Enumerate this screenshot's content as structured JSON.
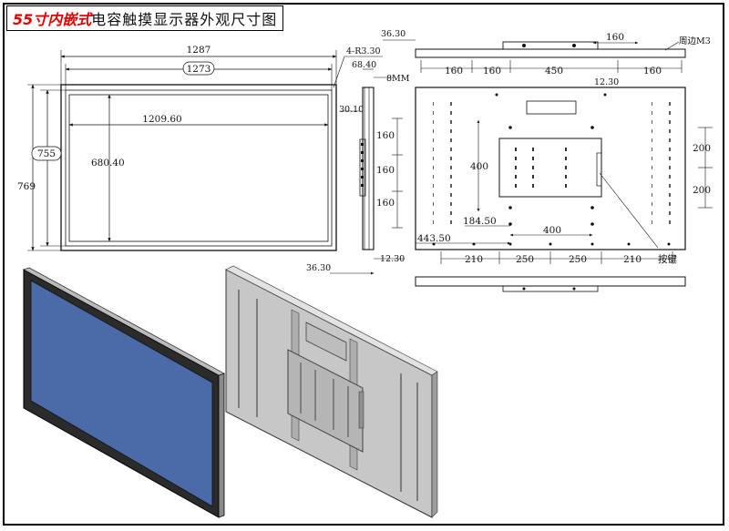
{
  "title": {
    "red_part": "55寸内嵌式",
    "black_part": "电容触摸显示器外观尺寸图"
  },
  "front_view": {
    "overall_width": "1287",
    "inner_width": "1273",
    "active_width": "1209.60",
    "active_height": "680.40",
    "inner_height": "755",
    "overall_height": "769",
    "corner_radius": "4-R3.30"
  },
  "side_view": {
    "depth_top": "68.40",
    "bezel": "8MM",
    "offset": "30.10",
    "pitch_1": "160",
    "pitch_2": "160",
    "pitch_3": "160",
    "edge_right": "12.30",
    "depth_bottom": "36.30"
  },
  "top_view": {
    "depth": "36.30",
    "hole_spacing": "160",
    "hole_note": "周边M3",
    "segments": [
      "160",
      "160",
      "450",
      "160"
    ],
    "edge": "12.30"
  },
  "back_view": {
    "vesa_height": "400",
    "vesa_width": "400",
    "right_1": "200",
    "right_2": "200",
    "left_offset": "184.50",
    "bottom_offset": "443.50",
    "bottom_segments": [
      "210",
      "250",
      "250",
      "210"
    ],
    "button_label": "按键"
  }
}
